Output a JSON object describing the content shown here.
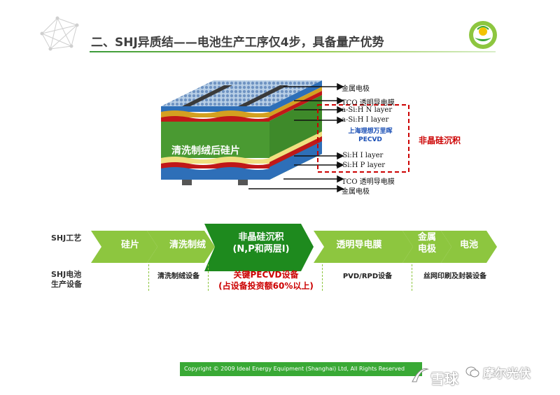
{
  "title": "二、SHJ异质结——电池生产工序仅4步，具备量产优势",
  "diagram": {
    "wafer_label": "清洗制绒后硅片",
    "layers": {
      "metal_top": "金属电极",
      "tco_top": "TCO 透明导电膜",
      "n_layer": "a-Si:H  N layer",
      "i_layer_top": "a-Si:H  I layer",
      "i_layer_bottom": "a-Si:H  I layer",
      "p_layer": "a-Si:H  P layer",
      "tco_bottom": "TCO 透明导电膜",
      "metal_bottom": "金属电极"
    },
    "pecvd_label_1": "上海理想万里晖",
    "pecvd_label_2": "PECVD",
    "amorphous_label": "非晶硅沉积"
  },
  "process": {
    "row_label": "SHJ工艺",
    "equipment_row_label": "SHJ电池\n生产设备",
    "steps": [
      {
        "label": "硅片",
        "equipment": ""
      },
      {
        "label": "清洗制绒",
        "equipment": "清洗制绒设备"
      },
      {
        "label": "非晶硅沉积",
        "label2": "(N,P和两层I)",
        "equipment": "关键PECVD设备",
        "equipment2": "(占设备投资额60%以上)"
      },
      {
        "label": "透明导电膜",
        "equipment": "PVD/RPD设备"
      },
      {
        "label": "金属",
        "label2": "电极",
        "equipment": "丝网印刷及封装设备"
      },
      {
        "label": "电池",
        "equipment": ""
      }
    ]
  },
  "footer": "Copyright © 2009 Ideal Energy Equipment (Shanghai) Ltd, All Rights Reserved",
  "watermark": {
    "text1": "雪球",
    "text2": "摩尔光伏"
  },
  "colors": {
    "accent_green": "#39a935",
    "dark_green": "#1e8a1e",
    "light_green": "#8dc63f",
    "red_accent": "#cc0000"
  }
}
